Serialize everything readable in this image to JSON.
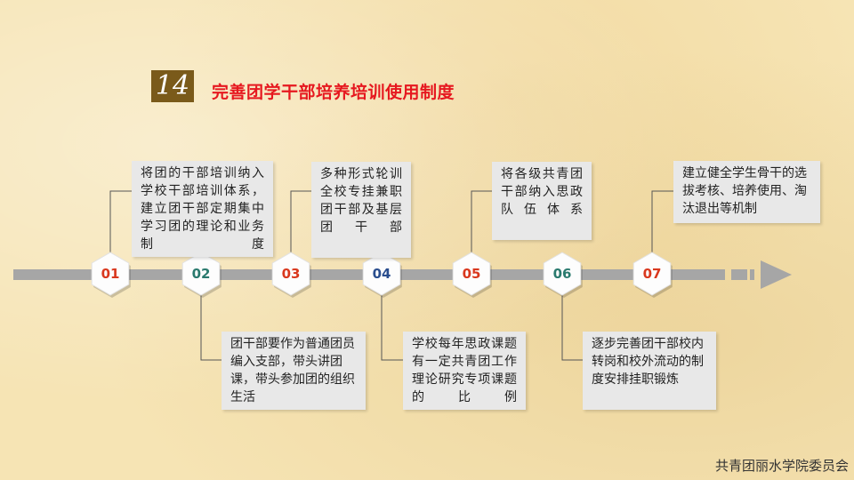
{
  "header": {
    "number": "14",
    "title": "完善团学干部培养培训使用制度"
  },
  "colors": {
    "title": "#e6181f",
    "badge": "#7a5a1a",
    "red": "#d9381e",
    "teal": "#2a7a6e",
    "blue": "#2a4e8e",
    "bar": "#a6a6a6"
  },
  "timeline": {
    "steps": [
      {
        "num": "01",
        "color": "red",
        "position": "top",
        "text": "将团的干部培训纳入学校干部培训体系，建立团干部定期集中学习团的理论和业务制度"
      },
      {
        "num": "02",
        "color": "teal",
        "position": "bottom",
        "text": "团干部要作为普通团员编入支部，带头讲团课，带头参加团的组织生活"
      },
      {
        "num": "03",
        "color": "red",
        "position": "top",
        "text": "多种形式轮训全校专挂兼职团干部及基层团干部"
      },
      {
        "num": "04",
        "color": "blue",
        "position": "bottom",
        "text": "学校每年思政课题有一定共青团工作理论研究专项课题的比例"
      },
      {
        "num": "05",
        "color": "red",
        "position": "top",
        "text": "将各级共青团干部纳入思政队伍体系"
      },
      {
        "num": "06",
        "color": "teal",
        "position": "bottom",
        "text": "逐步完善团干部校内转岗和校外流动的制度安排挂职锻炼"
      },
      {
        "num": "07",
        "color": "red",
        "position": "top",
        "text": "建立健全学生骨干的选拔考核、培养使用、淘汰退出等机制"
      }
    ]
  },
  "footer": {
    "org": "共青团丽水学院委员会"
  }
}
